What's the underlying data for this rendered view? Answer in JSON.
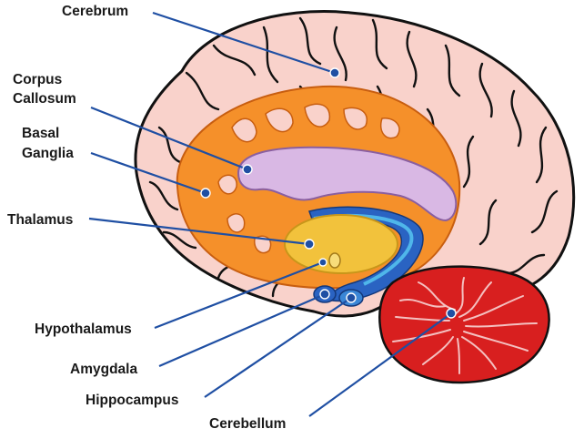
{
  "labels": {
    "cerebrum": "Cerebrum",
    "corpus_callosum_line1": "Corpus",
    "corpus_callosum_line2": "Callosum",
    "basal_ganglia_line1": "Basal",
    "basal_ganglia_line2": "Ganglia",
    "thalamus": "Thalamus",
    "hypothalamus": "Hypothalamus",
    "amygdala": "Amygdala",
    "hippocampus": "Hippocampus",
    "cerebellum": "Cerebellum"
  },
  "colors": {
    "cerebrum": "#f9d2cb",
    "basal_ganglia": "#f5902a",
    "corpus_callosum": "#d9b8e4",
    "thalamus": "#f2c23c",
    "limbic": "#2a63c2",
    "cerebellum": "#d81f1f",
    "leader_lines": "#1f4fa3"
  }
}
